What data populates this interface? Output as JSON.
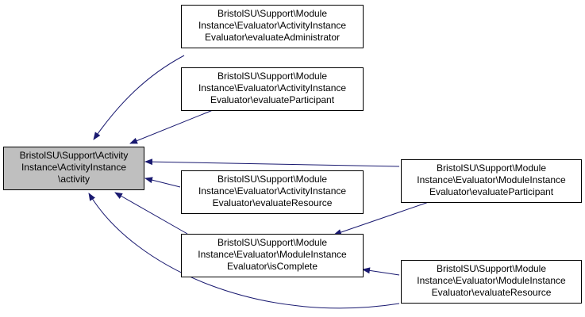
{
  "colors": {
    "edge": "#191970",
    "root_fill": "#bfbfbf",
    "node_fill": "#ffffff",
    "border": "#000000"
  },
  "nodes": {
    "root": {
      "lines": [
        "BristolSU\\Support\\Activity",
        "Instance\\ActivityInstance",
        "\\activity"
      ]
    },
    "n1": {
      "lines": [
        "BristolSU\\Support\\Module",
        "Instance\\Evaluator\\ActivityInstance",
        "Evaluator\\evaluateAdministrator"
      ]
    },
    "n2": {
      "lines": [
        "BristolSU\\Support\\Module",
        "Instance\\Evaluator\\ActivityInstance",
        "Evaluator\\evaluateParticipant"
      ]
    },
    "n3": {
      "lines": [
        "BristolSU\\Support\\Module",
        "Instance\\Evaluator\\ActivityInstance",
        "Evaluator\\evaluateResource"
      ]
    },
    "n4": {
      "lines": [
        "BristolSU\\Support\\Module",
        "Instance\\Evaluator\\ModuleInstance",
        "Evaluator\\isComplete"
      ]
    },
    "n5": {
      "lines": [
        "BristolSU\\Support\\Module",
        "Instance\\Evaluator\\ModuleInstance",
        "Evaluator\\evaluateParticipant"
      ]
    },
    "n6": {
      "lines": [
        "BristolSU\\Support\\Module",
        "Instance\\Evaluator\\ModuleInstance",
        "Evaluator\\evaluateResource"
      ]
    }
  }
}
